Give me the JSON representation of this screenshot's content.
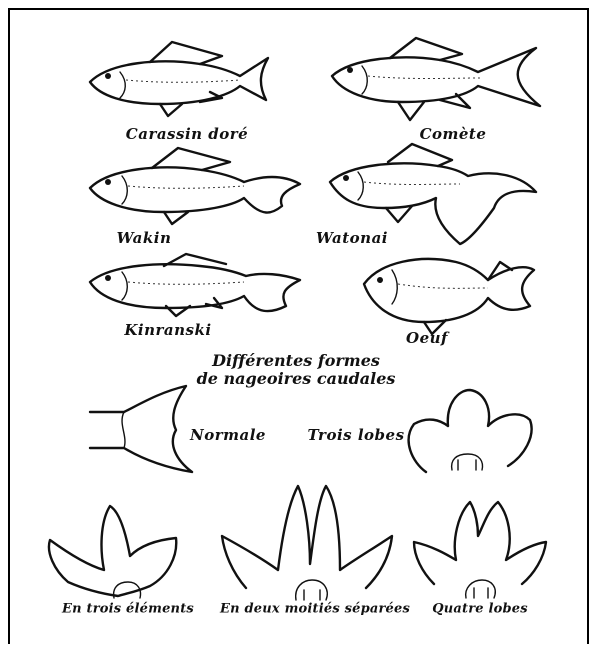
{
  "fish": [
    {
      "name": "Carassin doré"
    },
    {
      "name": "Comète"
    },
    {
      "name": "Wakin"
    },
    {
      "name": "Watonai"
    },
    {
      "name": "Kinranski"
    },
    {
      "name": "Oeuf"
    }
  ],
  "title_line1": "Différentes formes",
  "title_line2": "de nageoires caudales",
  "tails": [
    {
      "name": "Normale"
    },
    {
      "name": "Trois lobes"
    },
    {
      "name": "En trois éléments"
    },
    {
      "name": "En deux moitiés séparées"
    },
    {
      "name": "Quatre lobes"
    }
  ]
}
